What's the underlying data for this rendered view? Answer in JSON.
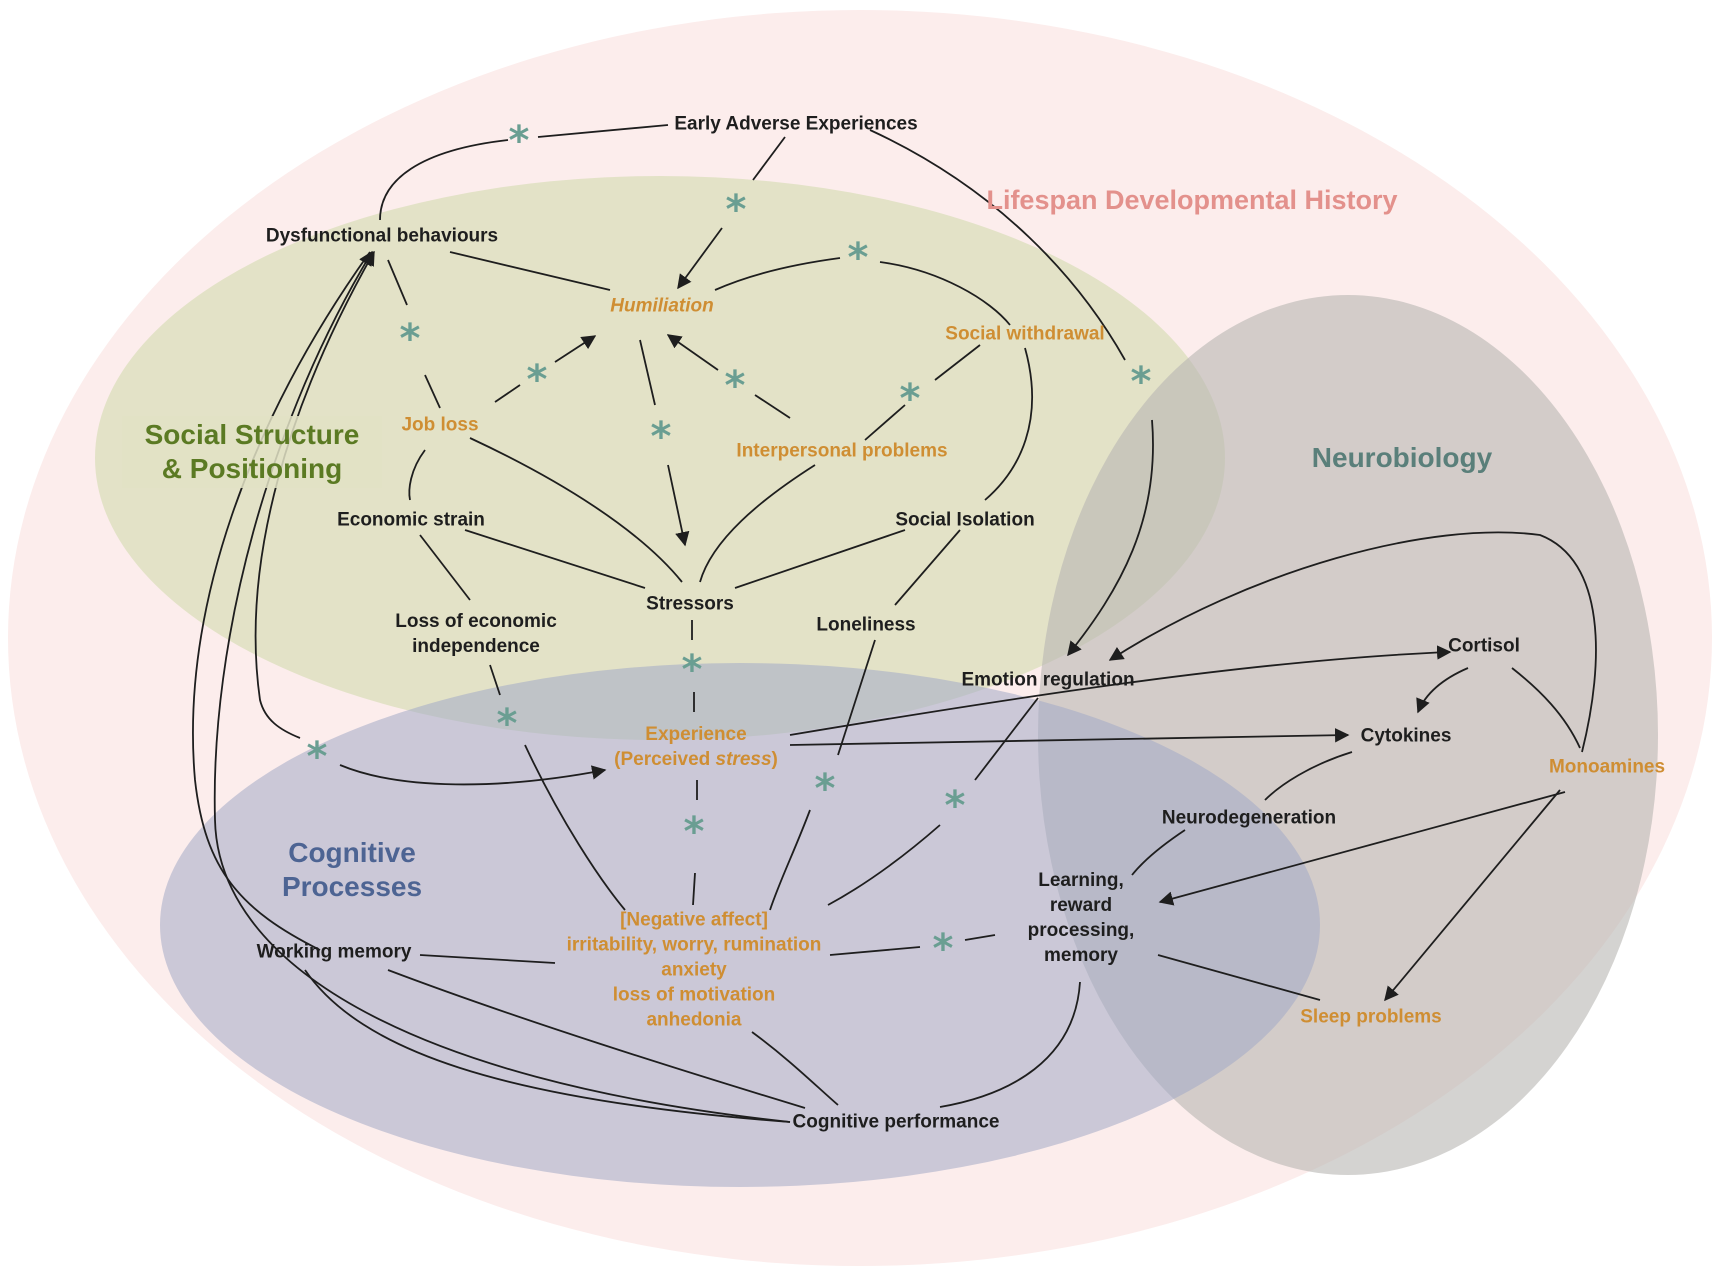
{
  "regions": {
    "lifespan": "Lifespan Developmental History",
    "social": "Social Structure & Positioning",
    "neuro": "Neurobiology",
    "cognitive": "Cognitive Processes"
  },
  "nodes": {
    "early_adverse": "Early Adverse Experiences",
    "dysfunctional": "Dysfunctional behaviours",
    "humiliation": "Humiliation",
    "social_withdrawal": "Social withdrawal",
    "job_loss": "Job loss",
    "interpersonal": "Interpersonal problems",
    "economic_strain": "Economic strain",
    "social_isolation": "Social Isolation",
    "stressors": "Stressors",
    "loss_econ_1": "Loss of economic",
    "loss_econ_2": "independence",
    "loneliness": "Loneliness",
    "emotion_regulation": "Emotion regulation",
    "cortisol": "Cortisol",
    "experience_1": "Experience",
    "experience_2a": "(Perceived ",
    "experience_2b": "stress",
    "experience_2c": ")",
    "cytokines": "Cytokines",
    "monoamines": "Monoamines",
    "neurodegeneration": "Neurodegeneration",
    "negaff_1": "[Negative affect]",
    "negaff_2": "irritability, worry, rumination",
    "negaff_3": "anxiety",
    "negaff_4": "loss of motivation",
    "negaff_5": "anhedonia",
    "learning_1": "Learning,",
    "learning_2": "reward",
    "learning_3": "processing,",
    "learning_4": "memory",
    "working_memory": "Working memory",
    "sleep": "Sleep problems",
    "cognitive_perf": "Cognitive performance"
  },
  "star_glyph": "*",
  "colors": {
    "lifespan_fill": "#fcedec",
    "social_fill": "#e2e1c5",
    "neuro_fill": "#c9c7c3",
    "cognitive_fill": "#a3a9c7",
    "label_dark": "#1e1e1e",
    "label_orange": "#cf8e33",
    "star": "#6a9e92",
    "line": "#1e1e1e"
  }
}
